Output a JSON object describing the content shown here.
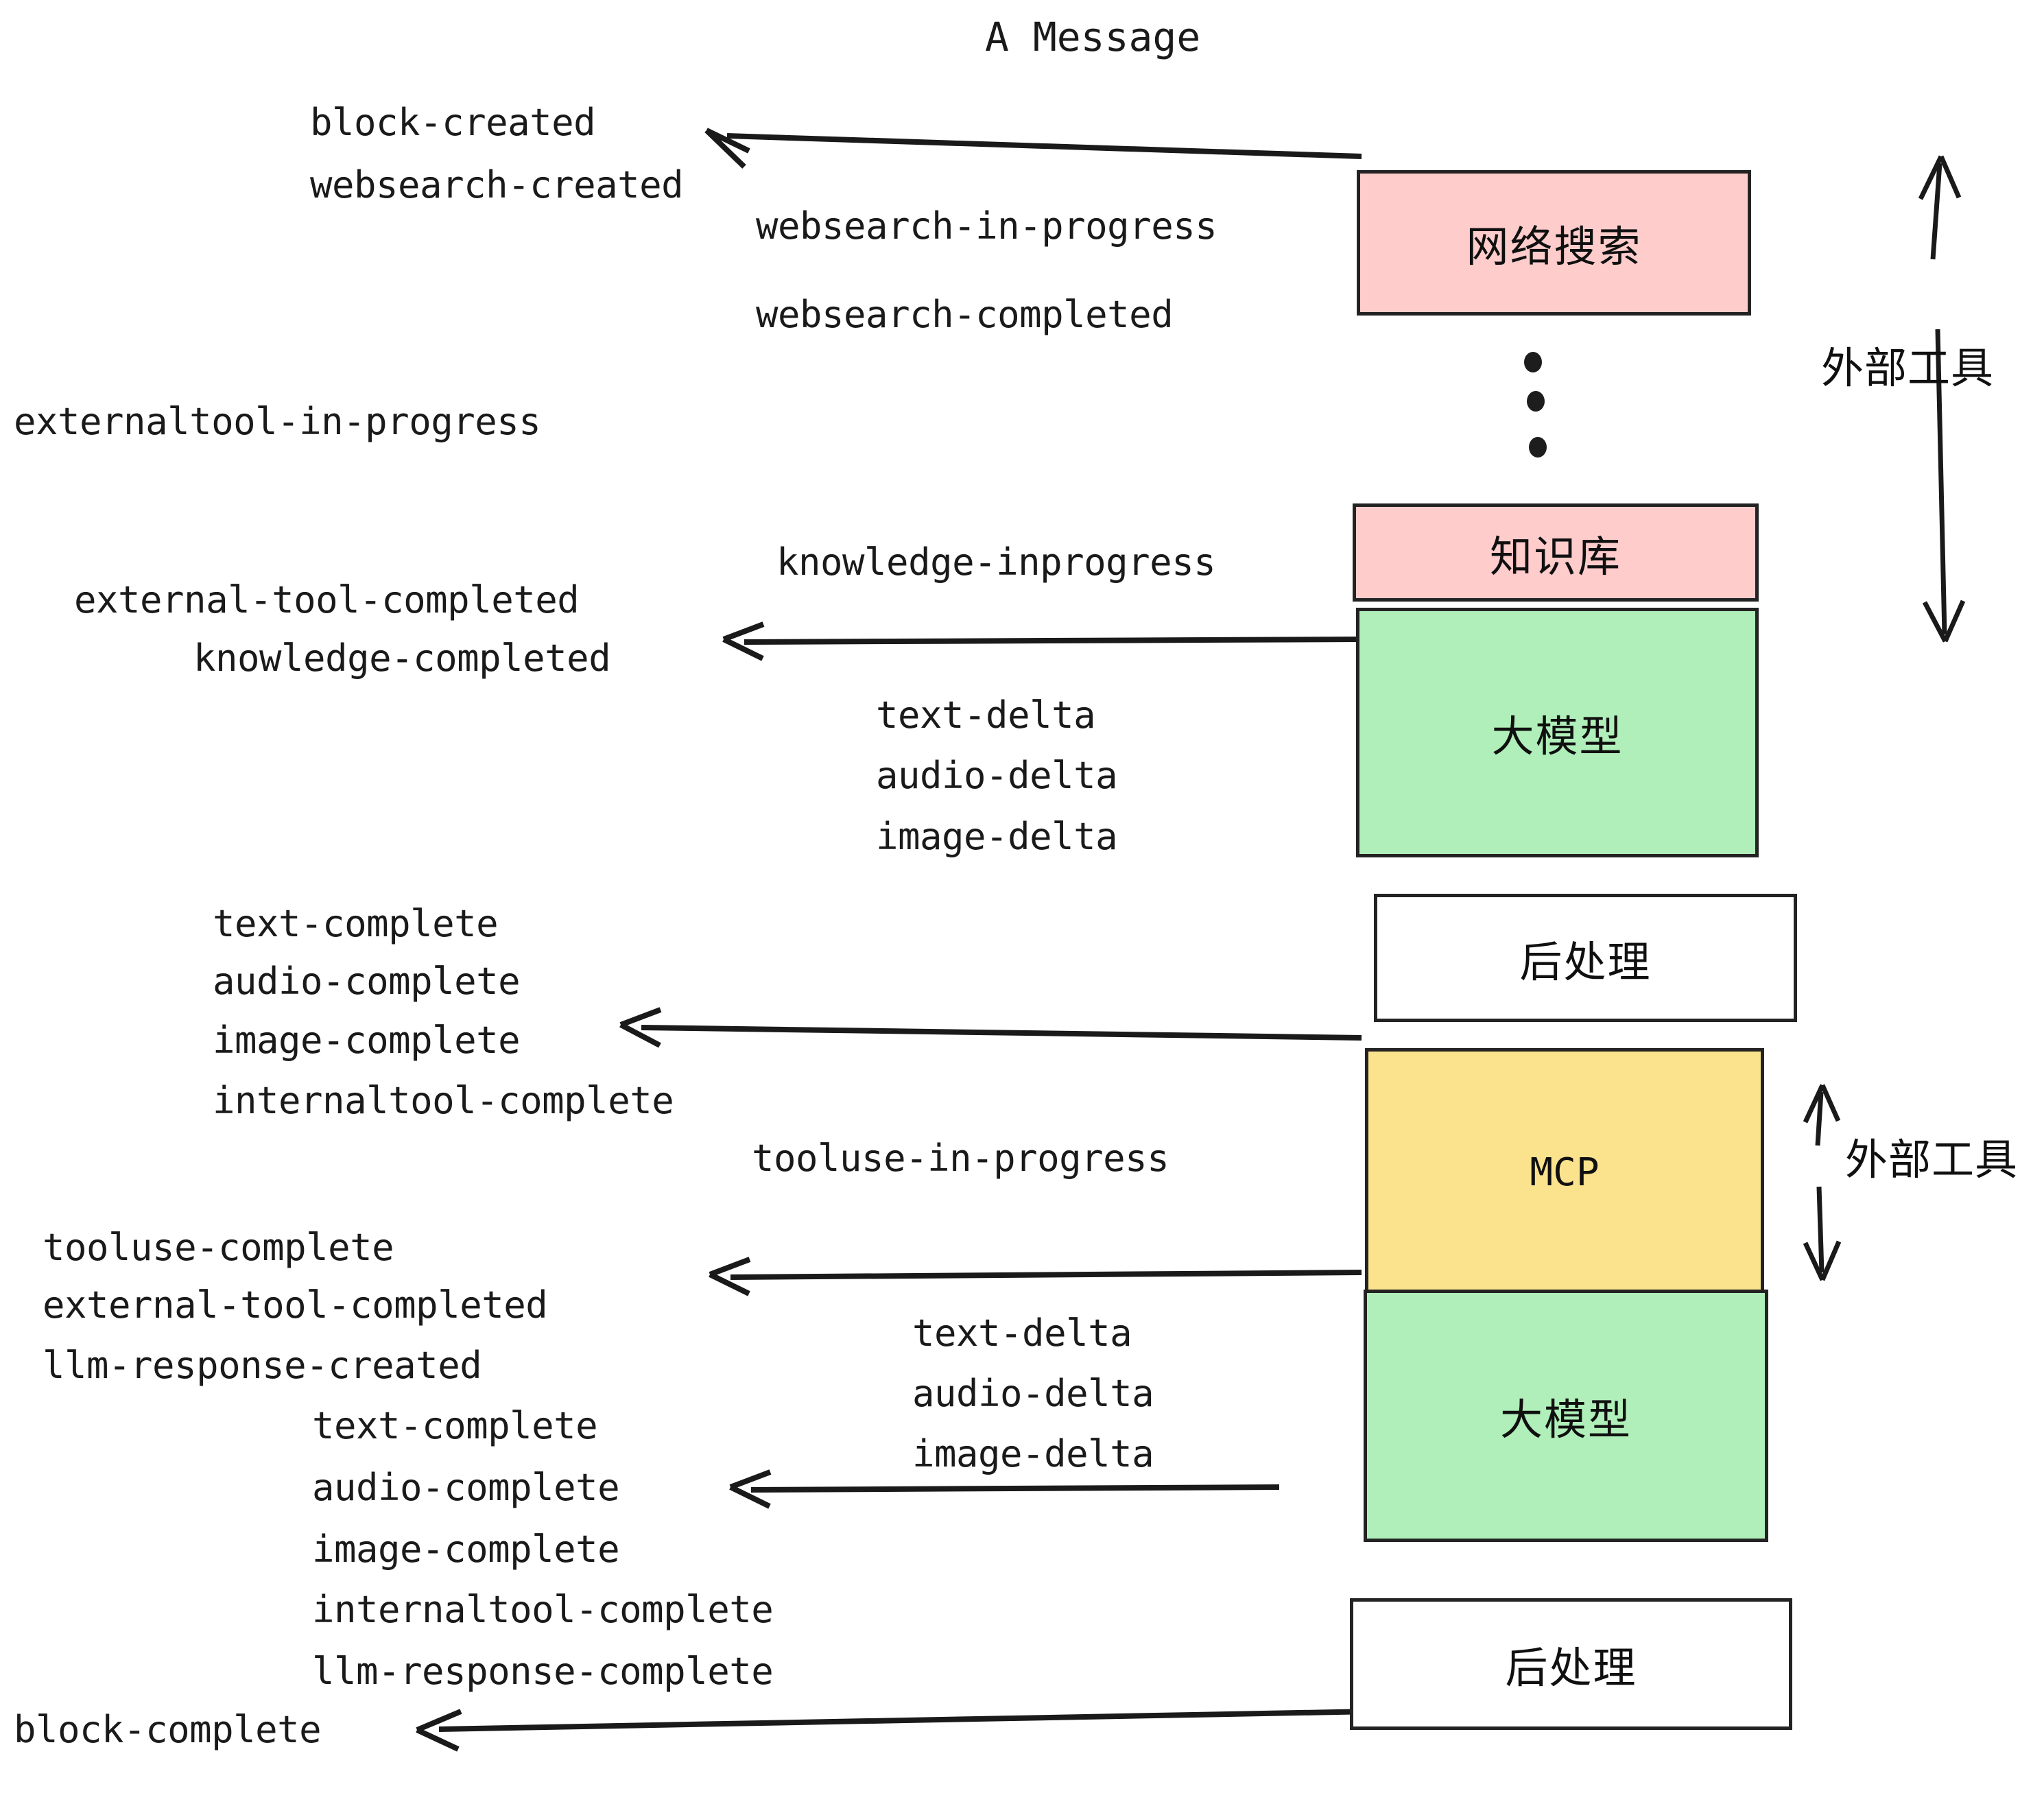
{
  "title": "A Message",
  "colors": {
    "external_tool_fill": "#FFCCCC",
    "llm_fill": "#B0EFB9",
    "mcp_fill": "#FBE38D",
    "postprocess_fill": "#FFFFFF",
    "stroke": "#232323",
    "text": "#1a1a1a",
    "background": "#FFFFFF"
  },
  "nodes": [
    {
      "id": "websearch",
      "label": "网络搜索",
      "fill": "#FFCCCC"
    },
    {
      "id": "knowledgebase",
      "label": "知识库",
      "fill": "#FFCCCC"
    },
    {
      "id": "llm-upper",
      "label": "大模型",
      "fill": "#B0EFB9"
    },
    {
      "id": "postprocess-upper",
      "label": "后处理",
      "fill": "#FFFFFF"
    },
    {
      "id": "mcp",
      "label": "MCP",
      "fill": "#FBE38D"
    },
    {
      "id": "llm-lower",
      "label": "大模型",
      "fill": "#B0EFB9"
    },
    {
      "id": "postprocess-lower",
      "label": "后处理",
      "fill": "#FFFFFF"
    }
  ],
  "side_annotations": [
    {
      "id": "external-tool-upper",
      "label": "外部工具"
    },
    {
      "id": "external-tool-lower",
      "label": "外部工具"
    }
  ],
  "events": [
    {
      "id": "block-created",
      "text": "block-created"
    },
    {
      "id": "websearch-created",
      "text": "websearch-created"
    },
    {
      "id": "websearch-in-progress",
      "text": "websearch-in-progress"
    },
    {
      "id": "websearch-completed",
      "text": "websearch-completed"
    },
    {
      "id": "externaltool-in-progress",
      "text": "externaltool-in-progress"
    },
    {
      "id": "knowledge-inprogress",
      "text": "knowledge-inprogress"
    },
    {
      "id": "external-tool-completed-1",
      "text": "external-tool-completed"
    },
    {
      "id": "knowledge-completed",
      "text": "knowledge-completed"
    },
    {
      "id": "text-delta-1",
      "text": "text-delta"
    },
    {
      "id": "audio-delta-1",
      "text": "audio-delta"
    },
    {
      "id": "image-delta-1",
      "text": "image-delta"
    },
    {
      "id": "text-complete-1",
      "text": "text-complete"
    },
    {
      "id": "audio-complete-1",
      "text": "audio-complete"
    },
    {
      "id": "image-complete-1",
      "text": "image-complete"
    },
    {
      "id": "internaltool-complete-1",
      "text": "internaltool-complete"
    },
    {
      "id": "tooluse-in-progress",
      "text": "tooluse-in-progress"
    },
    {
      "id": "tooluse-complete",
      "text": "tooluse-complete"
    },
    {
      "id": "external-tool-completed-2",
      "text": "external-tool-completed"
    },
    {
      "id": "llm-response-created",
      "text": "llm-response-created"
    },
    {
      "id": "text-delta-2",
      "text": "text-delta"
    },
    {
      "id": "audio-delta-2",
      "text": "audio-delta"
    },
    {
      "id": "image-delta-2",
      "text": "image-delta"
    },
    {
      "id": "text-complete-2",
      "text": "text-complete"
    },
    {
      "id": "audio-complete-2",
      "text": "audio-complete"
    },
    {
      "id": "image-complete-2",
      "text": "image-complete"
    },
    {
      "id": "internaltool-complete-2",
      "text": "internaltool-complete"
    },
    {
      "id": "llm-response-complete",
      "text": "llm-response-complete"
    },
    {
      "id": "block-complete",
      "text": "block-complete"
    }
  ],
  "ellipsis": {
    "id": "vertical-ellipsis",
    "dot_count": 3
  }
}
